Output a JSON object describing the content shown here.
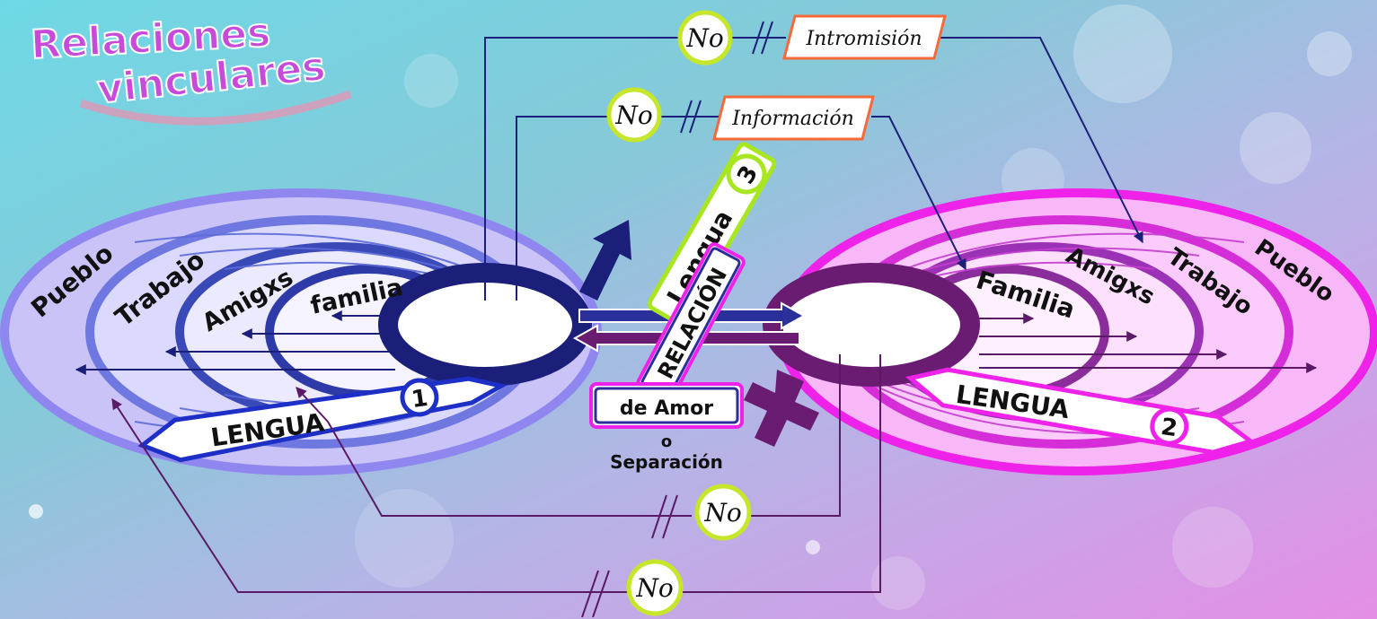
{
  "title": {
    "line1": "Relaciones",
    "line2": "vinculares"
  },
  "top_links": [
    {
      "no": "No",
      "label": "Intromisión"
    },
    {
      "no": "No",
      "label": "Información"
    }
  ],
  "bottom_links": [
    {
      "no": "No"
    },
    {
      "no": "No"
    }
  ],
  "left_circles": [
    "Pueblo",
    "Trabajo",
    "Amigxs",
    "familia"
  ],
  "right_circles": [
    "Familia",
    "Amigxs",
    "Trabajo",
    "Pueblo"
  ],
  "lengua1": {
    "label": "LENGUA",
    "number": "1"
  },
  "lengua2": {
    "label": "LENGUA",
    "number": "2"
  },
  "lengua3": {
    "label": "Lengua",
    "number": "3"
  },
  "center": {
    "relacion": "RELACIÓN",
    "de_amor": "de Amor",
    "o": "o",
    "separacion": "Separación"
  },
  "colors": {
    "left_outer": "#8f86f0",
    "left_mid": "#5c6bd8",
    "left_inner": "#2d3aa8",
    "left_core": "#1c1f7a",
    "right_outer": "#ee22e8",
    "right_mid": "#b13ac9",
    "right_inner": "#8a2d9a",
    "right_core": "#6a1c72",
    "badge_border": "#c6e62b",
    "label_border": "#f46a3a"
  }
}
